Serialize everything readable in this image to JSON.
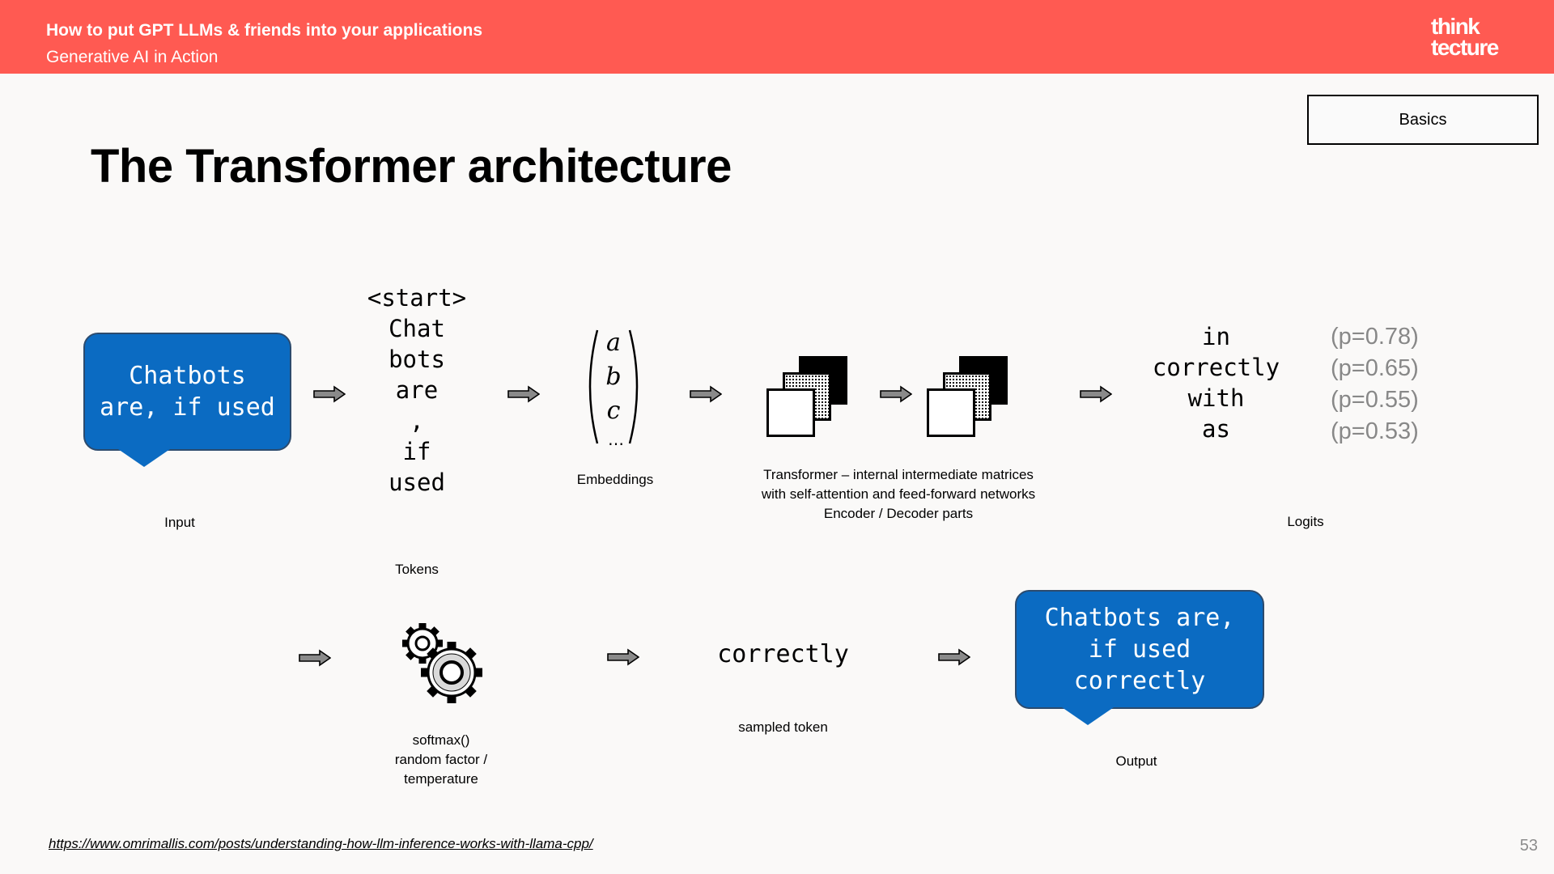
{
  "header": {
    "title": "How to put GPT LLMs & friends into your applications",
    "subtitle": "Generative AI in Action",
    "logo_lines": [
      "think",
      "tecture"
    ]
  },
  "section_tag": "Basics",
  "page_title": "The Transformer architecture",
  "pipeline": {
    "input": {
      "text": "Chatbots\nare, if used",
      "caption": "Input"
    },
    "tokens": {
      "items": [
        "<start>",
        "Chat",
        "bots",
        "are",
        ",",
        "if",
        "used"
      ],
      "caption": "Tokens"
    },
    "embeddings": {
      "letters": [
        "a",
        "b",
        "c"
      ],
      "ellipsis": "…",
      "caption": "Embeddings"
    },
    "transformer": {
      "caption": "Transformer – internal intermediate matrices\nwith self-attention and feed-forward networks\nEncoder / Decoder parts"
    },
    "logits": {
      "tokens": [
        "in",
        "correctly",
        "with",
        "as"
      ],
      "probabilities": [
        "(p=0.78)",
        "(p=0.65)",
        "(p=0.55)",
        "(p=0.53)"
      ],
      "caption": "Logits"
    },
    "softmax": {
      "caption": "softmax()\nrandom factor /\ntemperature"
    },
    "sampled": {
      "token": "correctly",
      "caption": "sampled token"
    },
    "output": {
      "text": "Chatbots are,\nif used\ncorrectly",
      "caption": "Output"
    }
  },
  "icons": {
    "arrow": "right-arrow-icon",
    "gears": "gears-icon"
  },
  "colors": {
    "header": "#ff5a52",
    "bubble": "#0b6bc2",
    "probability_text": "#888888"
  },
  "footer": {
    "reference_url": "https://www.omrimallis.com/posts/understanding-how-llm-inference-works-with-llama-cpp/",
    "page_number": "53"
  }
}
